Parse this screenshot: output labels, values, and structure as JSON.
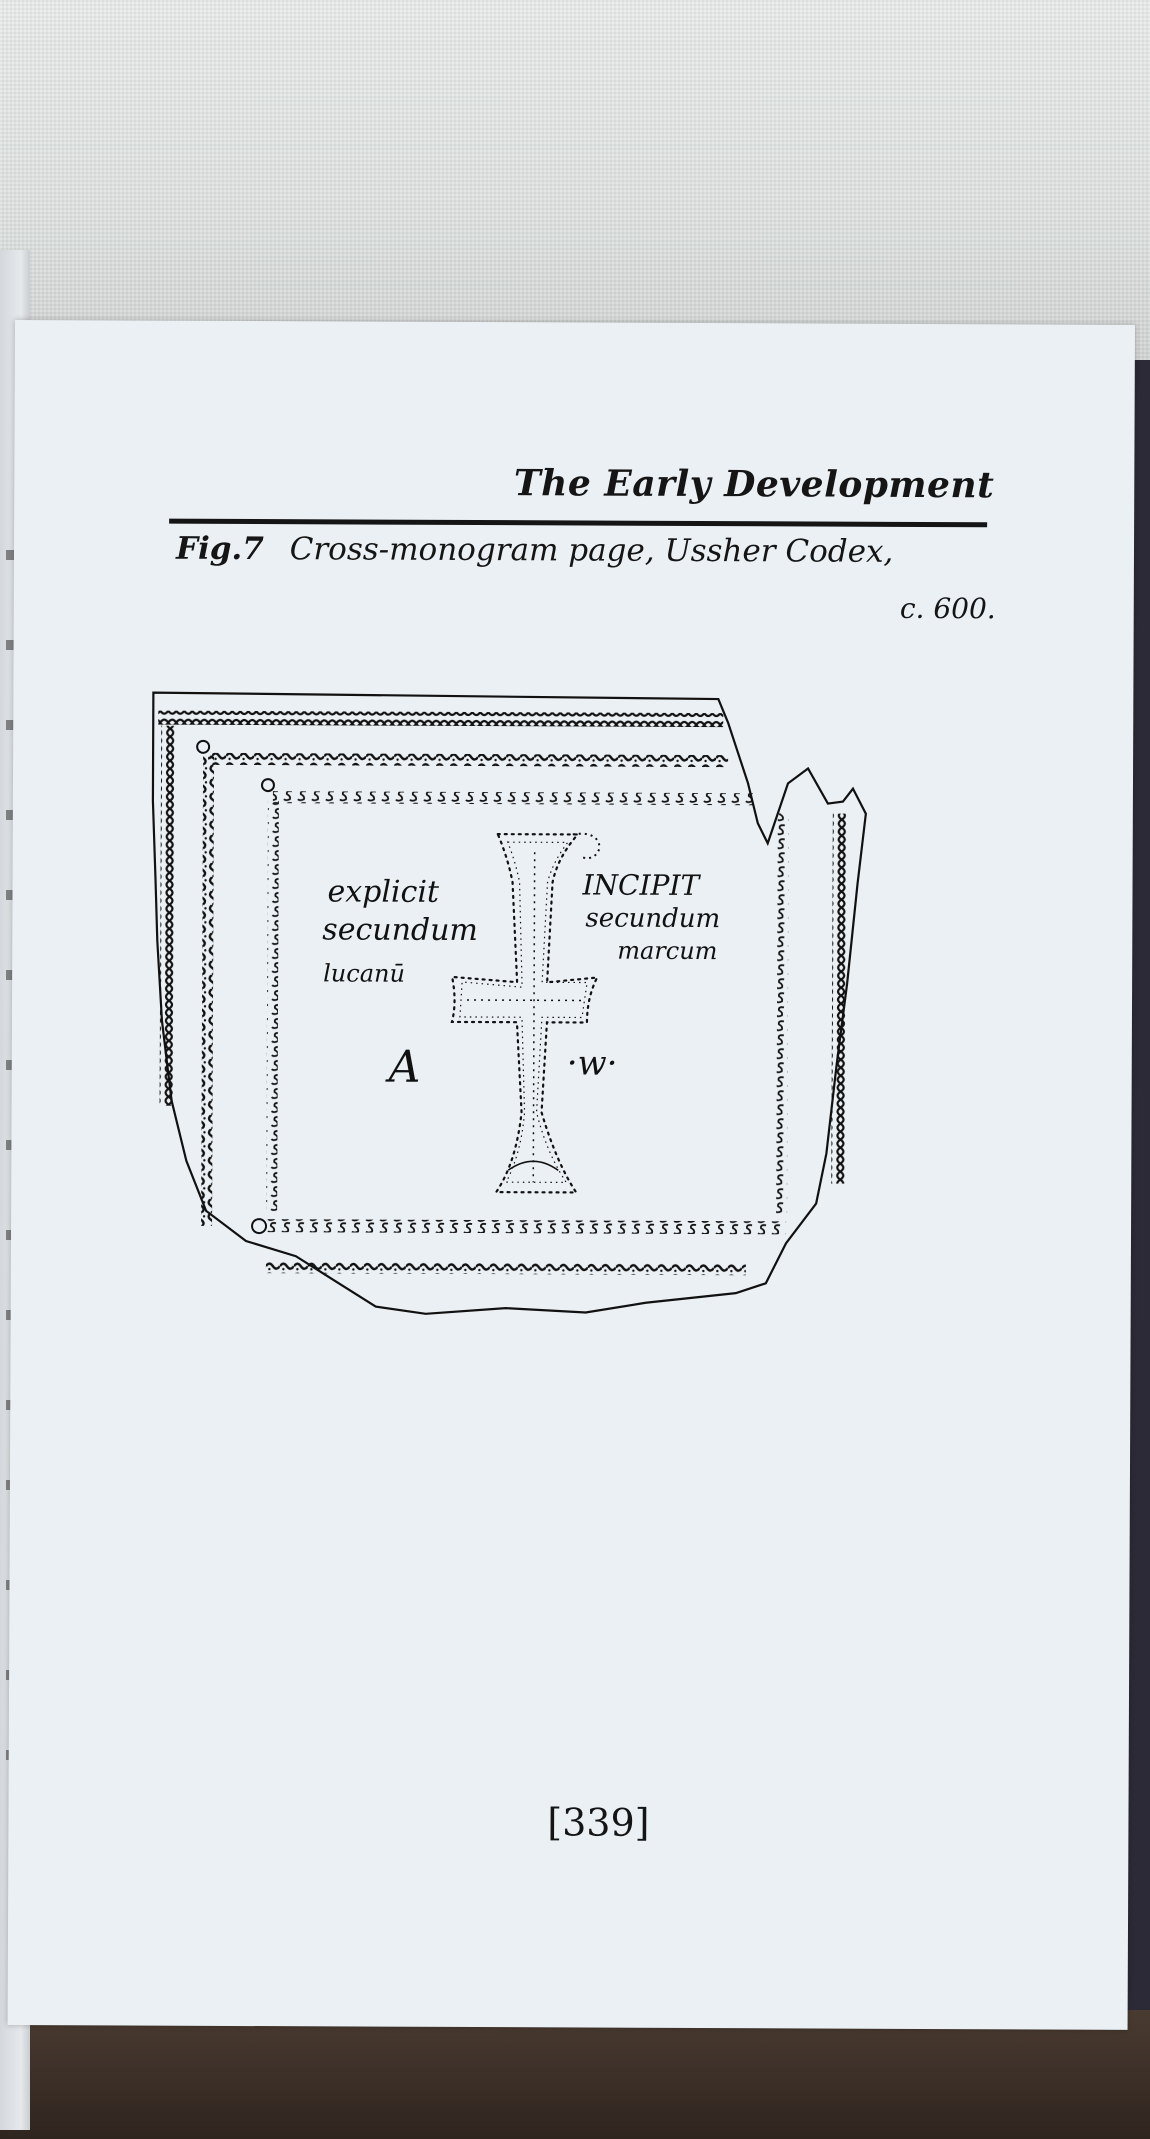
{
  "book_page": {
    "running_head": "The Early Development",
    "figure_number": "Fig.7",
    "figure_caption": "Cross-monogram page, Ussher Codex,",
    "figure_date": "c. 600.",
    "page_number": "[339]"
  },
  "illustration": {
    "left_text": [
      "explicit",
      "secundum",
      "lucanū"
    ],
    "right_text": [
      "INCIPIT",
      "secundum",
      "marcum"
    ],
    "alpha": "A",
    "omega": "·w·"
  }
}
